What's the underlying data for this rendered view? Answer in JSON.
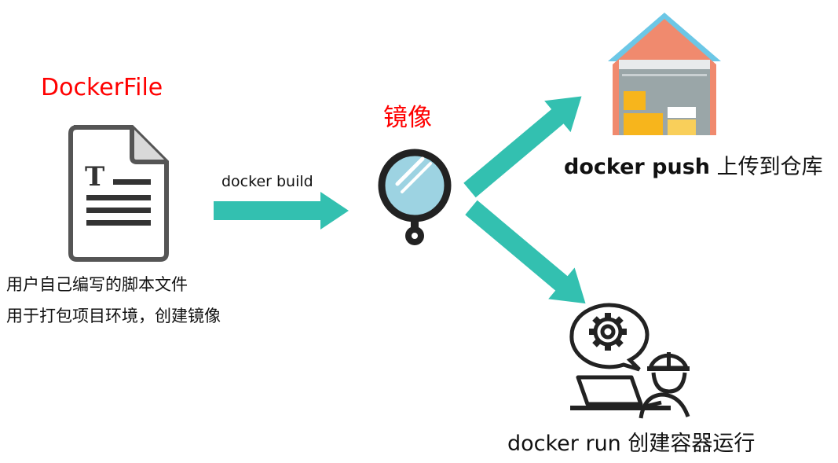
{
  "dockerfile": {
    "title": "DockerFile",
    "desc_line1": "用户自己编写的脚本文件",
    "desc_line2": "用于打包项目环境，创建镜像",
    "icon": "text-document-icon"
  },
  "build": {
    "label": "docker build"
  },
  "image": {
    "title": "镜像",
    "icon": "magnifier-icon"
  },
  "push": {
    "cmd": "docker push",
    "desc": "上传到仓库",
    "icon": "warehouse-icon"
  },
  "run": {
    "cmd": "docker run",
    "desc": "创建容器运行",
    "icon": "engineer-settings-icon"
  },
  "colors": {
    "accent": "#33c0b0",
    "title_red": "#ff0000",
    "warehouse_roof": "#f08a6e",
    "box_yellow": "#f7b51c"
  }
}
